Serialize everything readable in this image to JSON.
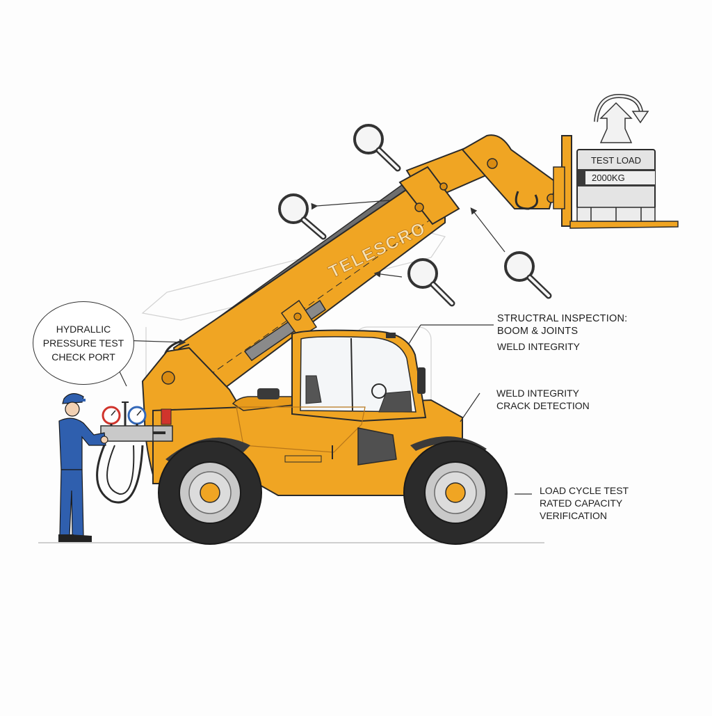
{
  "callouts": {
    "hydraulic": [
      "HYDRALLIC",
      "PRESSURE TEST",
      "CHECK PORT"
    ],
    "structural": [
      "STRUCTRAL INSPECTION:",
      "BOOM & JOINTS",
      "WELD INTEGRITY"
    ],
    "weld": [
      "WELD INTEGRITY",
      "CRACK DETECTION"
    ],
    "load_cycle": [
      "LOAD CYCLE TEST",
      "RATED CAPACITY",
      "VERIFICATION"
    ]
  },
  "machine": {
    "boom_brand": "TELESCRO"
  },
  "test_load": {
    "title": "TEST LOAD",
    "weight": "2000KG"
  },
  "icons": [
    "magnifier-icon",
    "rotate-arrow-icon",
    "up-arrow-icon",
    "pressure-gauge-icon"
  ],
  "colors": {
    "body": "#f0a523",
    "body_dark": "#d98b12",
    "outline": "#2a2a2a",
    "tire": "#2b2b2b",
    "hub": "#c9c9c9",
    "worker": "#2f5fae",
    "gauge_red": "#d0342c",
    "gauge_blue": "#3468b8"
  }
}
